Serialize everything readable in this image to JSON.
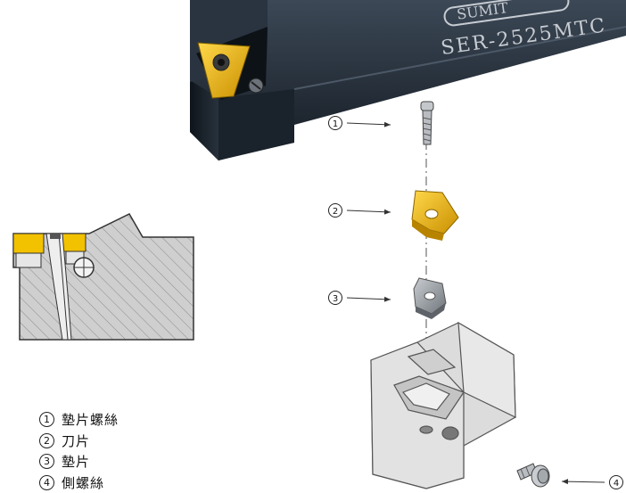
{
  "holder": {
    "brand": "SUMIT",
    "model": "SER-2525MTC"
  },
  "callouts": [
    {
      "number": "1"
    },
    {
      "number": "2"
    },
    {
      "number": "3"
    },
    {
      "number": "4"
    }
  ],
  "legend": [
    {
      "number": "1",
      "label": "墊片螺絲"
    },
    {
      "number": "2",
      "label": "刀片"
    },
    {
      "number": "3",
      "label": "墊片"
    },
    {
      "number": "4",
      "label": "側螺絲"
    }
  ],
  "colors": {
    "holder_body": "#1f2a35",
    "insert_gold": "#f2b800",
    "shim_grey": "#9aa0a6",
    "section_fill": "#c8c8c8",
    "line_grey": "#555555"
  }
}
